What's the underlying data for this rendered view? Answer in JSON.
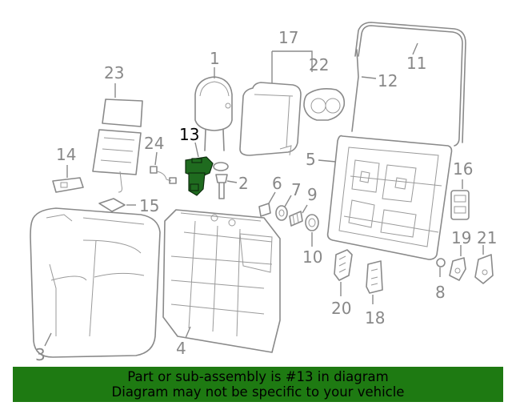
{
  "diagram": {
    "highlighted_callout": "13",
    "highlight_color": "#1e7a12",
    "callouts": [
      "1",
      "2",
      "3",
      "4",
      "5",
      "6",
      "7",
      "8",
      "9",
      "10",
      "11",
      "12",
      "13",
      "14",
      "15",
      "16",
      "17",
      "18",
      "19",
      "20",
      "21",
      "22",
      "23",
      "24"
    ]
  },
  "banner": {
    "line1": "Part or sub-assembly is #13 in diagram",
    "line2": "Diagram may not be specific to your vehicle"
  }
}
